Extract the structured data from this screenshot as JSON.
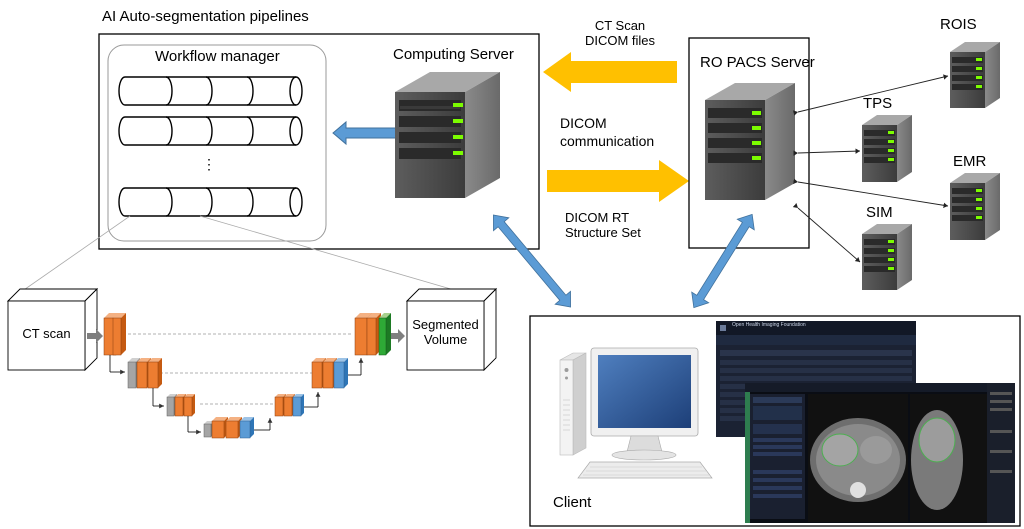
{
  "title": "AI Auto-segmentation pipelines",
  "workflow_manager_label": "Workflow manager",
  "workflow_ellipsis": "⋮",
  "computing_server_label": "Computing Server",
  "ct_dicom_label_line1": "CT Scan",
  "ct_dicom_label_line2": "DICOM files",
  "dicom_comm_line1": "DICOM",
  "dicom_comm_line2": "communication",
  "rt_struct_line1": "DICOM RT",
  "rt_struct_line2": "Structure Set",
  "pacs_label": "RO PACS Server",
  "rois_label": "ROIS",
  "tps_label": "TPS",
  "emr_label": "EMR",
  "sim_label": "SIM",
  "client_label": "Client",
  "ct_scan_box_label": "CT scan",
  "segmented_line1": "Segmented",
  "segmented_line2": "Volume",
  "viewer_header_title": "Open Health Imaging Foundation",
  "colors": {
    "arrow_yellow": "#FFC000",
    "arrow_blue": "#5B9BD5",
    "orange_block": "#ED7D31",
    "gray_block": "#A5A5A5",
    "blue_block": "#5B9BD5",
    "green_block": "#2EAA36",
    "server_led": "#7CFC00"
  },
  "icons": [
    "server-icon",
    "desktop-computer-icon",
    "viewer-screenshot"
  ]
}
